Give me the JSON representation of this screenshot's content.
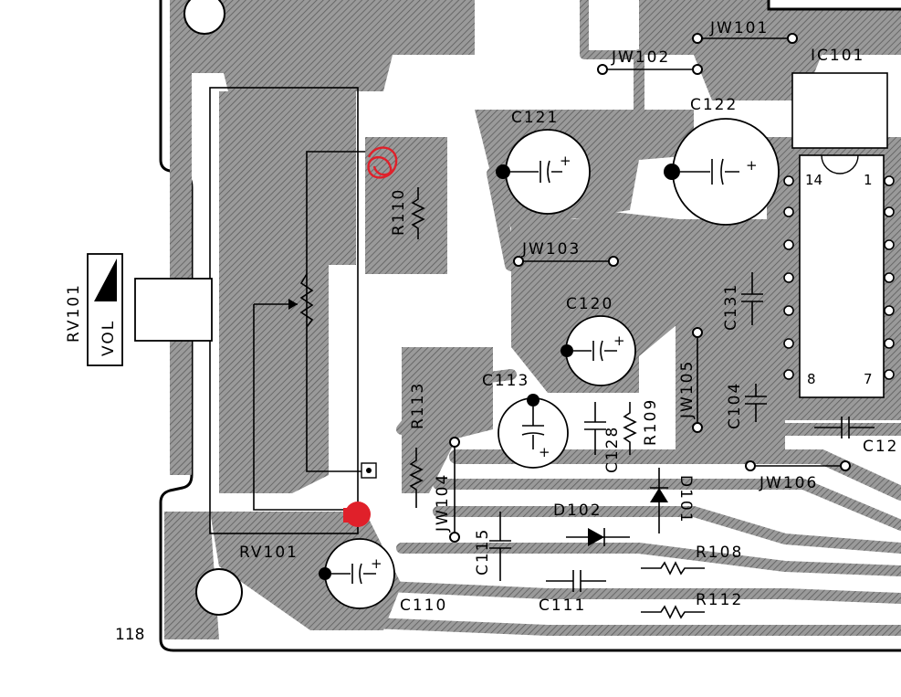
{
  "board": {
    "page_number": "118",
    "colors": {
      "board_bg": "#ffffff",
      "copper_hatch": "#8a8a8a",
      "ink": "#000000",
      "markup_red": "#e0202a"
    }
  },
  "labels": {
    "jw101": "JW101",
    "jw102": "JW102",
    "ic101": "IC101",
    "c121": "C121",
    "c122": "C122",
    "r110": "R110",
    "jw103": "JW103",
    "c120": "C120",
    "c131": "C131",
    "jw105": "JW105",
    "c113": "C113",
    "r113": "R113",
    "r109": "R109",
    "c128": "C128",
    "c104": "C104",
    "jw104": "JW104",
    "jw106": "JW106",
    "d102": "D102",
    "d101": "D101",
    "c115": "C115",
    "r108": "R108",
    "r112": "R112",
    "c111": "C111",
    "c110": "C110",
    "rv101_bottom": "RV101",
    "rv101_side": "RV101",
    "vol": "VOL",
    "ic_pin14": "14",
    "ic_pin1": "1",
    "ic_pin8": "8",
    "ic_pin7": "7",
    "c12x_cut": "C12"
  }
}
